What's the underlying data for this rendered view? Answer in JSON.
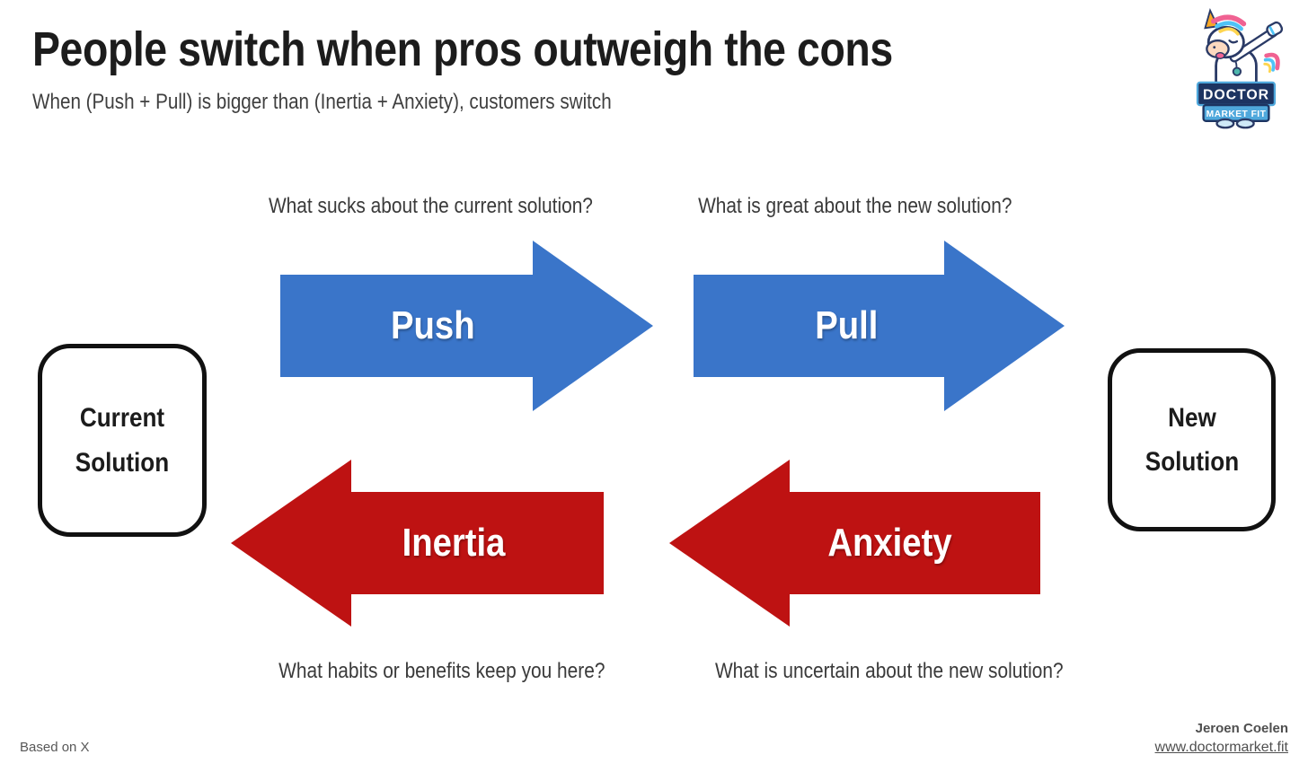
{
  "header": {
    "title": "People switch when pros outweigh the cons",
    "subtitle": "When (Push + Pull) is bigger than (Inertia + Anxiety), customers switch"
  },
  "logo": {
    "banner_line1": "DOCTOR",
    "banner_line2": "MARKET FIT",
    "mascot": "dabbing-unicorn-doctor"
  },
  "diagram": {
    "questions": {
      "push": "What sucks about the current solution?",
      "pull": "What is great about the new solution?",
      "inertia": "What habits or benefits keep you here?",
      "anxiety": "What is uncertain about the new solution?"
    },
    "arrows": [
      {
        "label": "Push",
        "direction": "right",
        "color": "#3A75C9"
      },
      {
        "label": "Pull",
        "direction": "right",
        "color": "#3A75C9"
      },
      {
        "label": "Inertia",
        "direction": "left",
        "color": "#BE1212"
      },
      {
        "label": "Anxiety",
        "direction": "left",
        "color": "#BE1212"
      }
    ],
    "boxes": {
      "current": "Current Solution",
      "new": "New Solution"
    }
  },
  "footer": {
    "attribution": "Based on X",
    "author": "Jeroen Coelen",
    "website": "www.doctormarket.fit"
  },
  "colors": {
    "arrow_blue": "#3A75C9",
    "arrow_red": "#BE1212",
    "title_text": "#1C1C1C",
    "caption_text": "#3A3A3A",
    "logo_navy": "#1D3461",
    "logo_lightblue": "#4FA8DC"
  }
}
